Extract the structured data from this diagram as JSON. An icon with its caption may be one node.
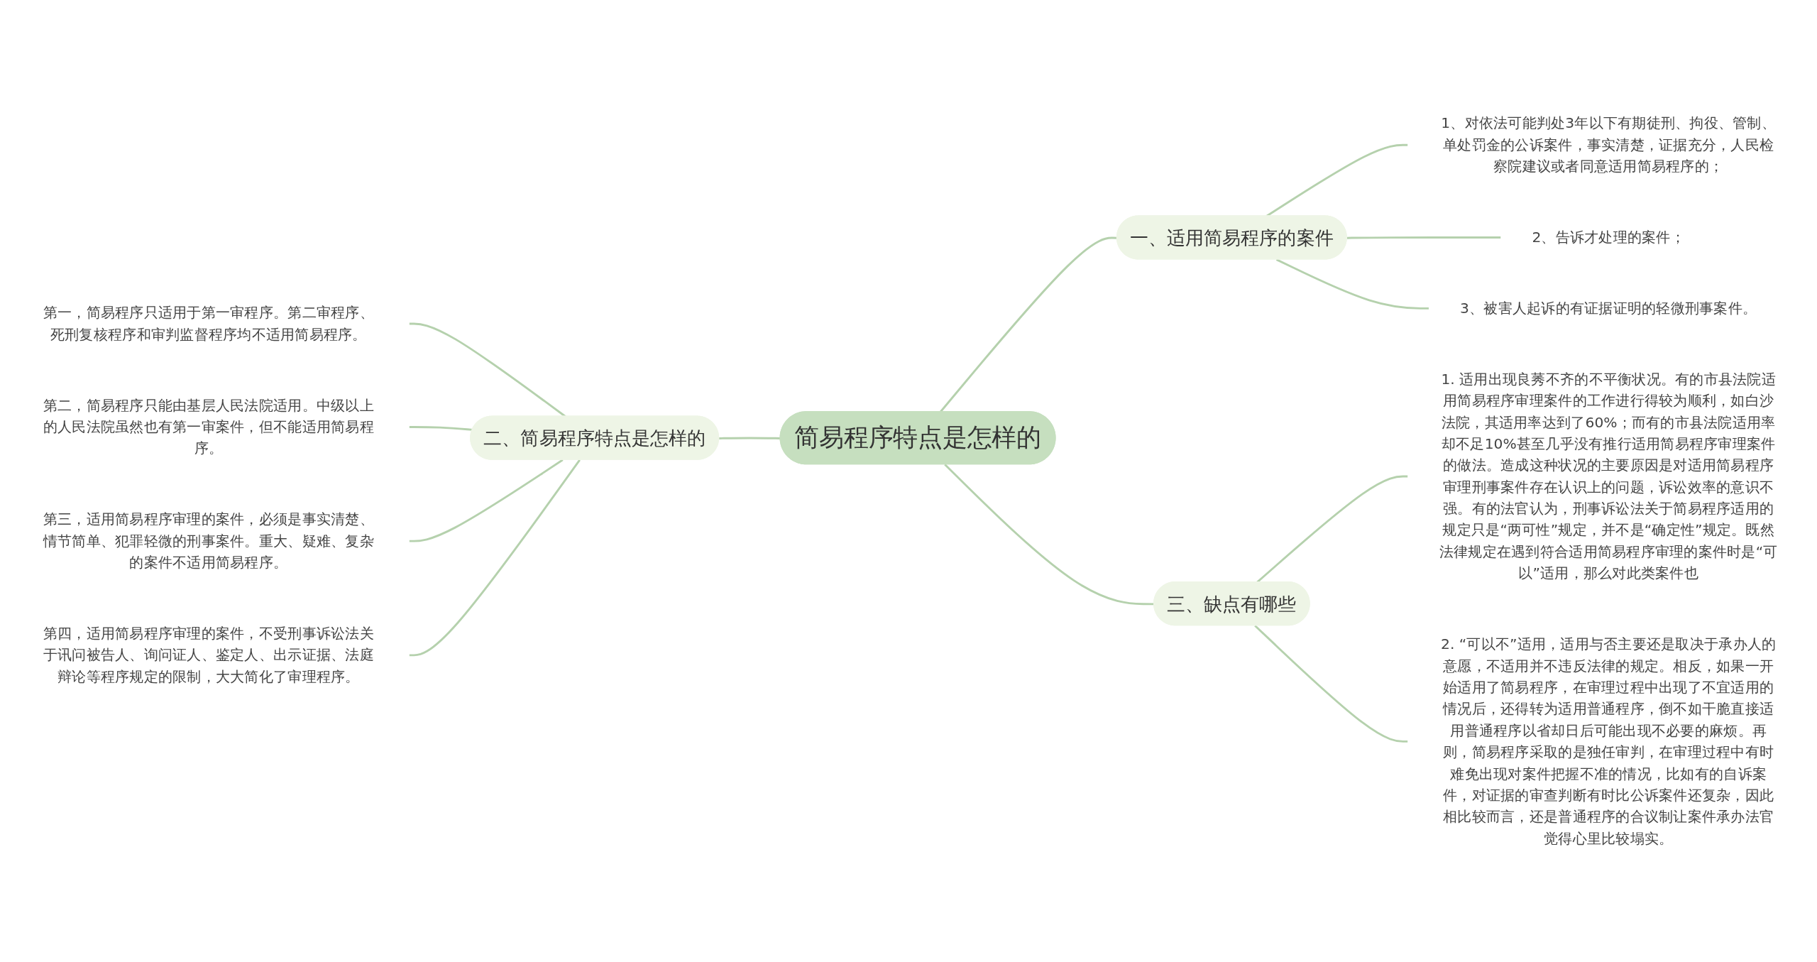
{
  "diagram": {
    "nodes": [
      {
        "text": [
          "简易程序特点是怎样的"
        ]
      },
      {
        "text": [
          "一、适用简易程序的案件"
        ]
      },
      {
        "text": [
          "1、对依法可能判处3年以下有期徒刑、拘役、管制、单处罚金的公诉案件，事实清楚，证据充分，人民检察院建议或者同意适用简易程序的；"
        ]
      },
      {
        "text": [
          "2、告诉才处理的案件；"
        ]
      },
      {
        "text": [
          "3、被害人起诉的有证据证明的轻微刑事案件。"
        ]
      },
      {
        "text": [
          "二、简易程序特点是怎样的"
        ]
      },
      {
        "text": [
          "第一，简易程序只适用于第一审程序。第二审程序、死刑复核程序和审判监督程序均不适用简易程序。"
        ]
      },
      {
        "text": [
          "第二，简易程序只能由基层人民法院适用。中级以上的人民法院虽然也有第一审案件，但不能适用简易程序。"
        ]
      },
      {
        "text": [
          "第三，适用简易程序审理的案件，必须是事实清楚、情节简单、犯罪轻微的刑事案件。重大、疑难、复杂的案件不适用简易程序。"
        ]
      },
      {
        "text": [
          "第四，适用简易程序审理的案件，不受刑事诉讼法关于讯问被告人、询问证人、鉴定人、出示证据、法庭辩论等程序规定的限制，大大简化了审理程序。"
        ]
      },
      {
        "text": [
          "三、缺点有哪些"
        ]
      },
      {
        "text": [
          "1. 适用出现良莠不齐的不平衡状况。有的市县法院适用简易程序审理案件的工作进行得较为顺利，如白沙法院，其适用率达到了60%；而有的市县法院适用率却不足10%甚至几乎没有推行适用简易程序审理案件的做法。造成这种状况的主要原因是对适用简易程序审理刑事案件存在认识上的问题，诉讼效率的意识不强。有的法官认为，刑事诉讼法关于简易程序适用的规定只是“两可性”规定，并不是“确定性”规定。既然法律规定在遇到符合适用简易程序审理的案件时是“可以”适用，那么对此类案件也"
        ]
      },
      {
        "text": [
          "2. “可以不”适用，适用与否主要还是取决于承办人的意愿，不适用并不违反法律的规定。相反，如果一开始适用了简易程序，在审理过程中出现了不宜适用的情况后，还得转为适用普通程序，倒不如干脆直接适用普通程序以省却日后可能出现不必要的麻烦。再则，简易程序采取的是独任审判，在审理过程中有时难免出现对案件把握不准的情况，比如有的自诉案件，对证据的审查判断有时比公诉案件还复杂，因此相比较而言，还是普通程序的合议制让案件承办法官觉得心里比较塌实。"
        ]
      }
    ],
    "edges": [
      {
        "from": 0,
        "to": 1,
        "arrow": "none"
      },
      {
        "from": 1,
        "to": 2,
        "arrow": "none"
      },
      {
        "from": 1,
        "to": 3,
        "arrow": "none"
      },
      {
        "from": 1,
        "to": 4,
        "arrow": "none"
      },
      {
        "from": 0,
        "to": 5,
        "arrow": "none"
      },
      {
        "from": 5,
        "to": 6,
        "arrow": "none"
      },
      {
        "from": 5,
        "to": 7,
        "arrow": "none"
      },
      {
        "from": 5,
        "to": 8,
        "arrow": "none"
      },
      {
        "from": 5,
        "to": 9,
        "arrow": "none"
      },
      {
        "from": 0,
        "to": 10,
        "arrow": "none"
      },
      {
        "from": 10,
        "to": 11,
        "arrow": "none"
      },
      {
        "from": 10,
        "to": 12,
        "arrow": "none"
      }
    ]
  }
}
